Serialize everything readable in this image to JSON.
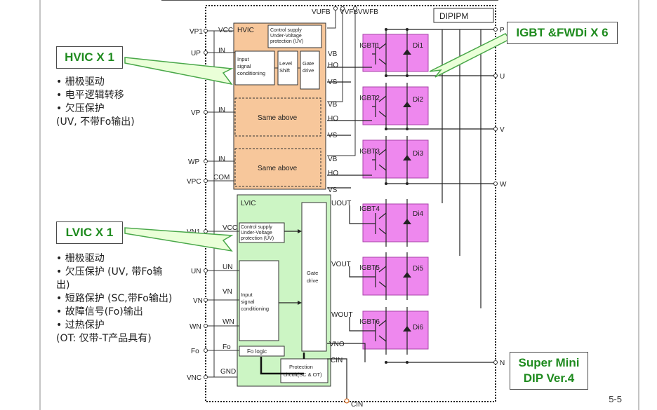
{
  "module_title": "DIPIPM",
  "pins_left": {
    "vp1": "VP1",
    "up": "UP",
    "vp": "VP",
    "wp": "WP",
    "vpc": "VPC",
    "vn1": "VN1",
    "un": "UN",
    "vn": "VN",
    "wn": "WN",
    "fo": "Fo",
    "vnc": "VNC"
  },
  "pins_top": [
    "VUFB",
    "VVFB",
    "VWFB"
  ],
  "pins_right": [
    "P",
    "U",
    "V",
    "W",
    "N"
  ],
  "pin_bottom": "CIN",
  "hvic": {
    "label": "HVIC",
    "vcc": "VCC",
    "in": "IN",
    "uv_block": "Control supply Under-Voltage protection (UV)",
    "input_block": "Input signal conditioning",
    "level_shift": "Level Shift",
    "gate_drive": "Gate drive",
    "same_above": "Same above",
    "vb": "VB",
    "ho": "HO",
    "vs": "VS",
    "com": "COM"
  },
  "lvic": {
    "label": "LVIC",
    "vcc": "VCC",
    "uv_block": "Control supply Under-Voltage protection (UV)",
    "un": "UN",
    "vn": "VN",
    "wn": "WN",
    "input_block": "Input signal conditioning",
    "gate_drive": "Gate drive",
    "uout": "UOUT",
    "vout": "VOUT",
    "wout": "WOUT",
    "fo": "Fo",
    "fo_logic": "Fo logic",
    "protection": "Protection circuit(SC & OT)",
    "gnd": "GND",
    "vno": "VNO",
    "cin": "CIN"
  },
  "igbts": [
    "IGBT1",
    "IGBT2",
    "IGBT3",
    "IGBT4",
    "IGBT5",
    "IGBT6"
  ],
  "diodes": [
    "Di1",
    "Di2",
    "Di3",
    "Di4",
    "Di5",
    "Di6"
  ],
  "callouts": {
    "hvic": "HVIC X 1",
    "lvic": "LVIC X 1",
    "igbt": "IGBT &FWDi X 6",
    "product_line1": "Super Mini",
    "product_line2": "DIP Ver.4"
  },
  "hvic_features": [
    "• 栅极驱动",
    "• 电平逻辑转移",
    "• 欠压保护",
    "  (UV, 不带Fo输出)"
  ],
  "lvic_features": [
    "• 栅极驱动",
    "• 欠压保护 (UV, 带Fo输",
    "出)",
    "• 短路保护 (SC,带Fo输出)",
    "• 故障信号(Fo)输出",
    "• 过热保护",
    "  (OT: 仅带-T产品具有)"
  ],
  "page_number": "5-5",
  "colors": {
    "hvic_fill": "#f7c79b",
    "lvic_fill": "#ccf5c4",
    "igbt_fill": "#ee88ee",
    "callout_text": "#1f8b1f"
  }
}
